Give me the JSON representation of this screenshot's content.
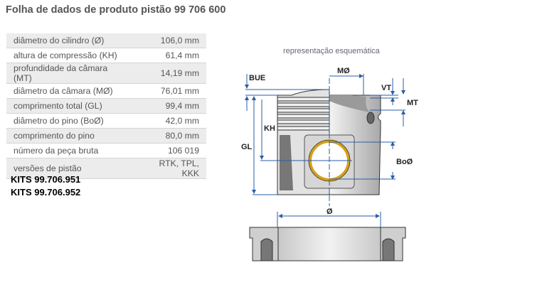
{
  "title": "Folha de dados de produto pistão 99 706 600",
  "specs": [
    {
      "label": "diâmetro do cilindro (Ø)",
      "value": "106,0 mm"
    },
    {
      "label": "altura de compressão (KH)",
      "value": "61,4 mm"
    },
    {
      "label": "profundidade da câmara (MT)",
      "value": "14,19 mm"
    },
    {
      "label": "diâmetro da câmara (MØ)",
      "value": "76,01 mm"
    },
    {
      "label": "comprimento total (GL)",
      "value": "99,4 mm"
    },
    {
      "label": "diâmetro do pino (BoØ)",
      "value": "42,0 mm"
    },
    {
      "label": "comprimento do pino",
      "value": "80,0 mm"
    },
    {
      "label": "número da peça bruta",
      "value": "106 019"
    },
    {
      "label": "versões de pistão",
      "value": "RTK, TPL, KKK"
    }
  ],
  "kits": [
    "KITS 99.706.951",
    "KITS 99.706.952"
  ],
  "diagram": {
    "caption": "representação esquemática",
    "labels": {
      "bue": "BUE",
      "mo": "MØ",
      "vt": "VT",
      "mt": "MT",
      "kh": "KH",
      "gl": "GL",
      "boo": "BoØ",
      "dia": "Ø"
    }
  },
  "colors": {
    "dimension": "#2a5ea8",
    "pin_ring": "#d4a017",
    "body": "#d9d9d9"
  }
}
